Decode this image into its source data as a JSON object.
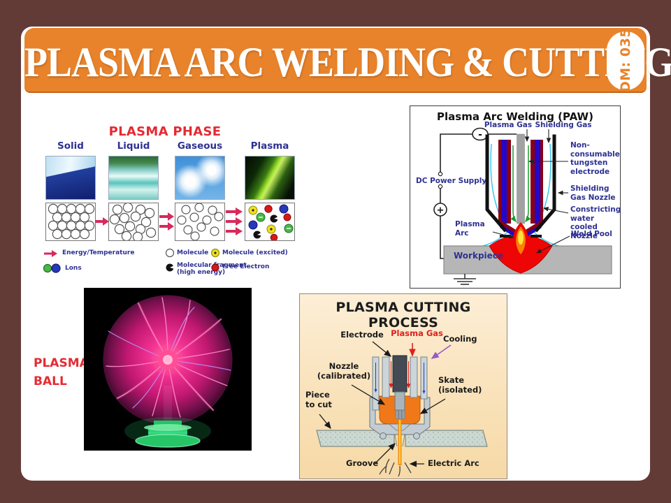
{
  "slide": {
    "title": "PLASMA ARC WELDING & CUTTING",
    "badge": "DM: 035"
  },
  "plasma_phase": {
    "title": "PLASMA PHASE",
    "phases": [
      {
        "label": "Solid"
      },
      {
        "label": "Liquid"
      },
      {
        "label": "Gaseous"
      },
      {
        "label": "Plasma"
      }
    ],
    "legend": {
      "energy": "Energy/Temperature",
      "molecule": "Molecule",
      "molecule_excited": "Molecule (excited)",
      "ions": "Lons",
      "fragment": "Molecular fragment (high energy)",
      "free_electron": "Free Electron"
    }
  },
  "paw": {
    "title": "Plasma Arc Welding (PAW)",
    "plasma_gas": "Plasma Gas",
    "shielding_gas": "Shielding Gas",
    "dc_power_supply": "DC Power Supply",
    "electrode": "Non-consumable tungsten electrode",
    "shielding_gas_nozzle": "Shielding Gas Nozzle",
    "constricting_nozzle": "Constricting water cooled Nozzle",
    "plasma_arc": "Plasma Arc",
    "weld_pool": "Weld Pool",
    "workpiece": "Workpiece",
    "minus": "-",
    "plus": "+"
  },
  "plasma_ball": {
    "label": "PLASMA BALL"
  },
  "cutting": {
    "title": "PLASMA CUTTING PROCESS",
    "electrode": "Electrode",
    "plasma_gas": "Plasma Gas",
    "cooling": "Cooling",
    "nozzle": "Nozzle (calibrated)",
    "skate": "Skate (isolated)",
    "piece_to_cut": "Piece to cut",
    "groove": "Groove",
    "electric_arc": "Electric Arc"
  },
  "colors": {
    "frame": "#633B36",
    "header": "#E8832B",
    "accent_red": "#E52A33",
    "label_navy": "#2E3192",
    "arrow_pink": "#D8295B"
  }
}
